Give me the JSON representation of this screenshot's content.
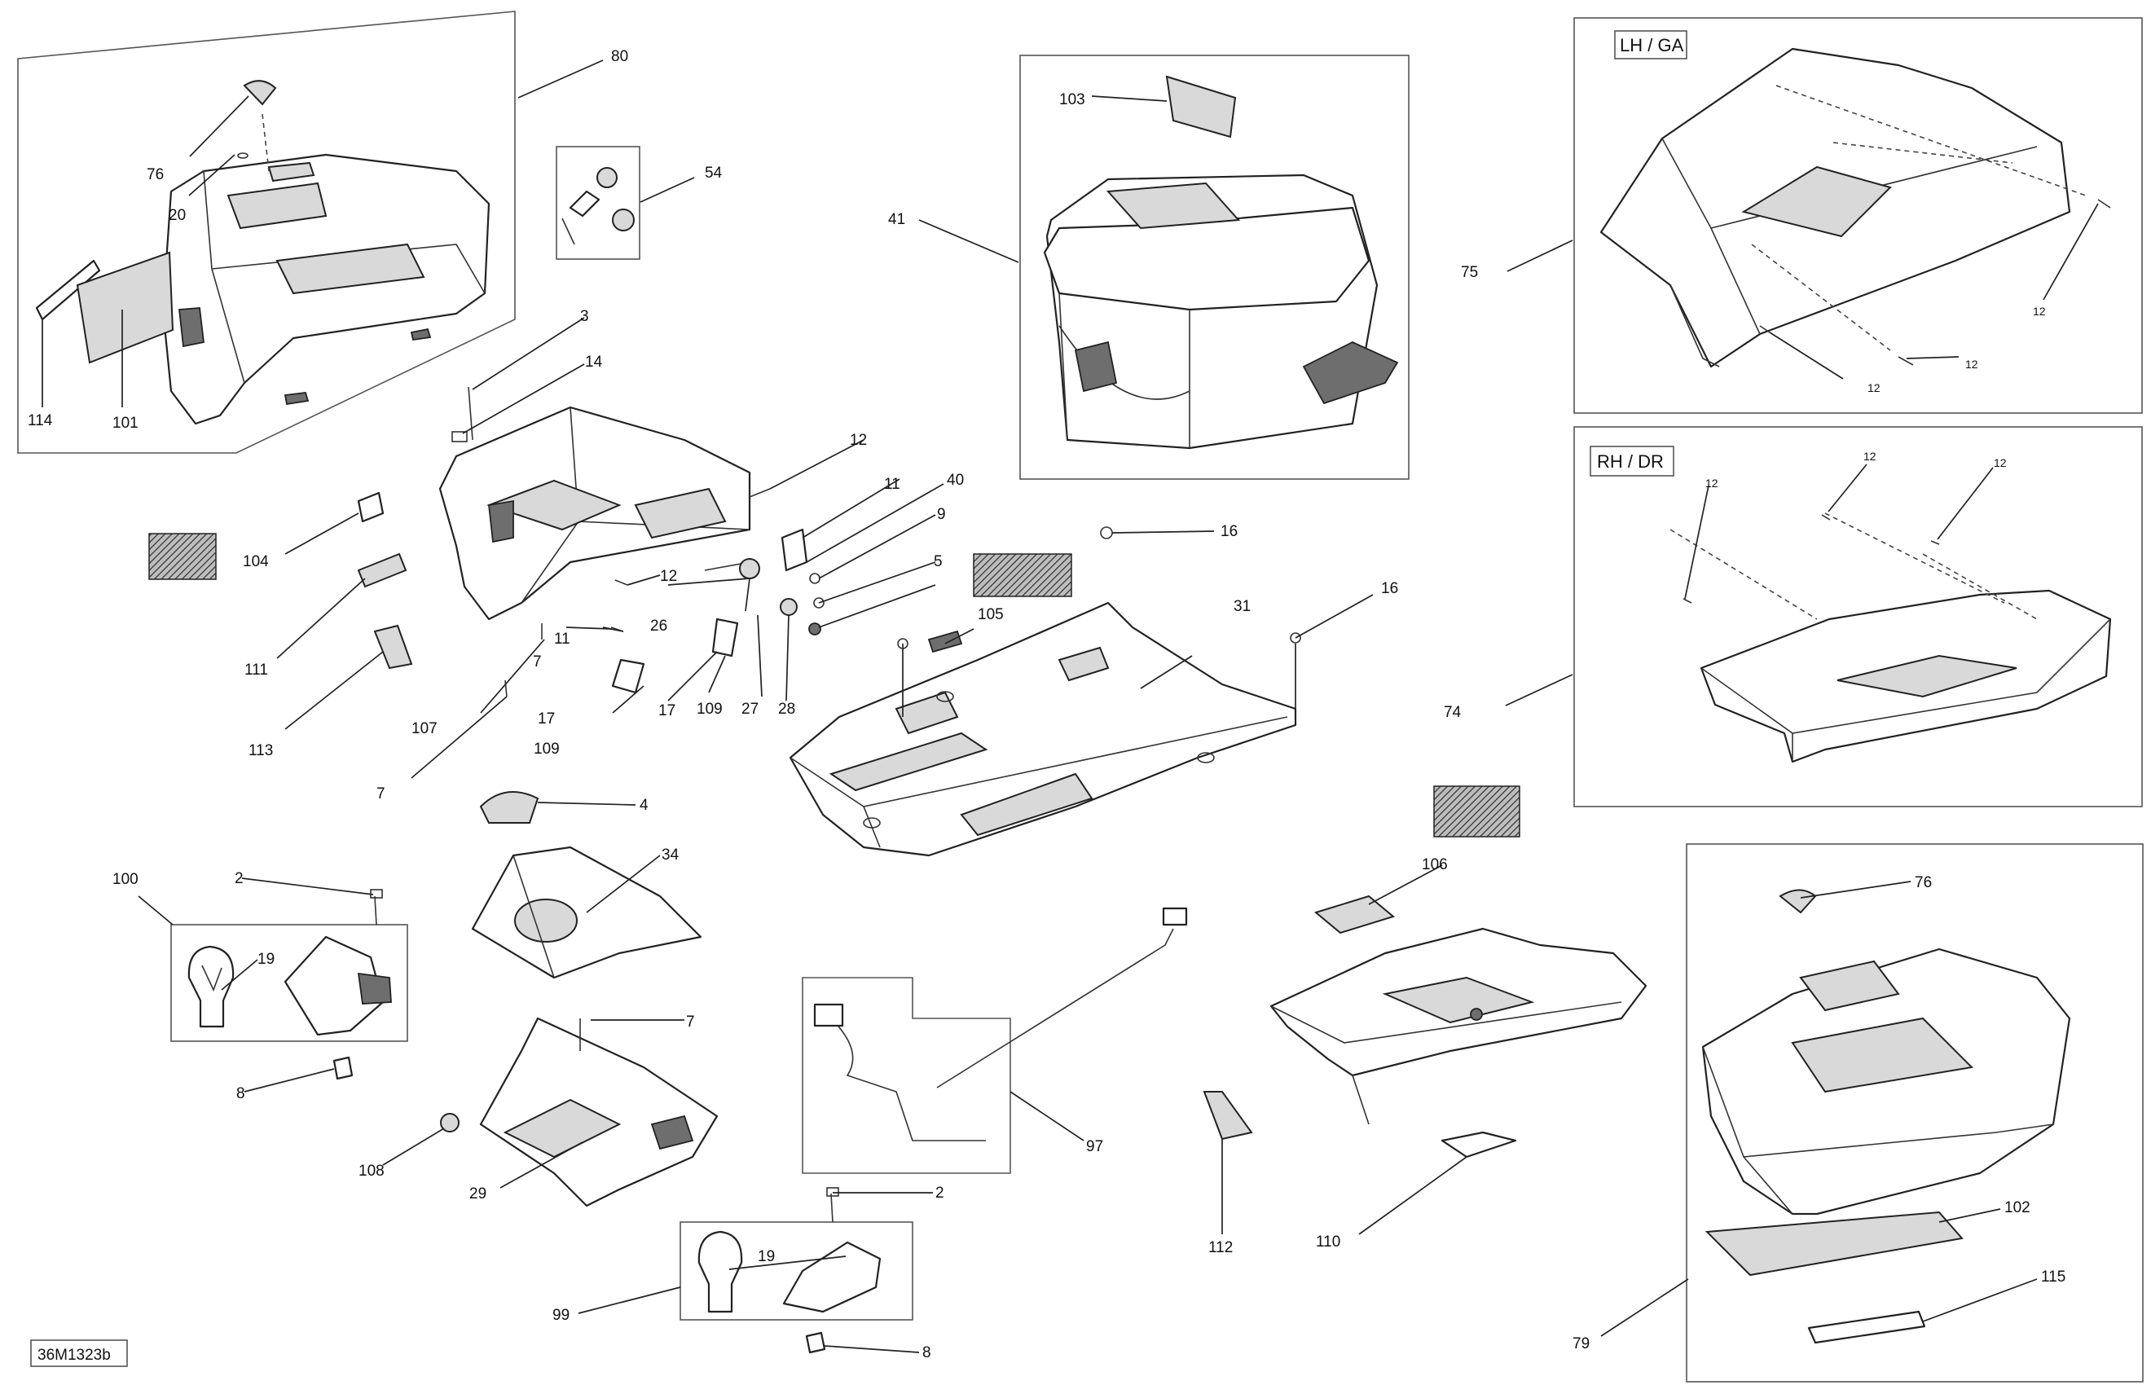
{
  "diagram_id": "36M1323b",
  "side_labels": {
    "left": "LH / GA",
    "right": "RH / DR"
  },
  "labels": [
    {
      "key": "80",
      "text": "80"
    },
    {
      "key": "76a",
      "text": "76"
    },
    {
      "key": "20",
      "text": "20"
    },
    {
      "key": "114",
      "text": "114"
    },
    {
      "key": "101",
      "text": "101"
    },
    {
      "key": "54",
      "text": "54"
    },
    {
      "key": "103",
      "text": "103"
    },
    {
      "key": "41",
      "text": "41"
    },
    {
      "key": "75",
      "text": "75"
    },
    {
      "key": "12r1",
      "text": "12"
    },
    {
      "key": "12r2",
      "text": "12"
    },
    {
      "key": "12r3",
      "text": "12"
    },
    {
      "key": "3",
      "text": "3"
    },
    {
      "key": "14",
      "text": "14"
    },
    {
      "key": "12a",
      "text": "12"
    },
    {
      "key": "11a",
      "text": "11"
    },
    {
      "key": "40",
      "text": "40"
    },
    {
      "key": "9",
      "text": "9"
    },
    {
      "key": "5",
      "text": "5"
    },
    {
      "key": "12b",
      "text": "12"
    },
    {
      "key": "26",
      "text": "26"
    },
    {
      "key": "7a",
      "text": "7"
    },
    {
      "key": "11b",
      "text": "11"
    },
    {
      "key": "17a",
      "text": "17"
    },
    {
      "key": "109a",
      "text": "109"
    },
    {
      "key": "27",
      "text": "27"
    },
    {
      "key": "28",
      "text": "28"
    },
    {
      "key": "17b",
      "text": "17"
    },
    {
      "key": "109b",
      "text": "109"
    },
    {
      "key": "104",
      "text": "104"
    },
    {
      "key": "111",
      "text": "111"
    },
    {
      "key": "113",
      "text": "113"
    },
    {
      "key": "107",
      "text": "107"
    },
    {
      "key": "7b",
      "text": "7"
    },
    {
      "key": "16a",
      "text": "16"
    },
    {
      "key": "16b",
      "text": "16"
    },
    {
      "key": "105",
      "text": "105"
    },
    {
      "key": "31",
      "text": "31"
    },
    {
      "key": "74",
      "text": "74"
    },
    {
      "key": "12d1",
      "text": "12"
    },
    {
      "key": "12d2",
      "text": "12"
    },
    {
      "key": "12d3",
      "text": "12"
    },
    {
      "key": "4",
      "text": "4"
    },
    {
      "key": "34",
      "text": "34"
    },
    {
      "key": "100",
      "text": "100"
    },
    {
      "key": "2a",
      "text": "2"
    },
    {
      "key": "19a",
      "text": "19"
    },
    {
      "key": "8a",
      "text": "8"
    },
    {
      "key": "7c",
      "text": "7"
    },
    {
      "key": "108",
      "text": "108"
    },
    {
      "key": "29",
      "text": "29"
    },
    {
      "key": "97",
      "text": "97"
    },
    {
      "key": "106",
      "text": "106"
    },
    {
      "key": "76b",
      "text": "76"
    },
    {
      "key": "2b",
      "text": "2"
    },
    {
      "key": "19b",
      "text": "19"
    },
    {
      "key": "99",
      "text": "99"
    },
    {
      "key": "8b",
      "text": "8"
    },
    {
      "key": "112",
      "text": "112"
    },
    {
      "key": "110",
      "text": "110"
    },
    {
      "key": "102",
      "text": "102"
    },
    {
      "key": "115",
      "text": "115"
    },
    {
      "key": "79",
      "text": "79"
    }
  ]
}
